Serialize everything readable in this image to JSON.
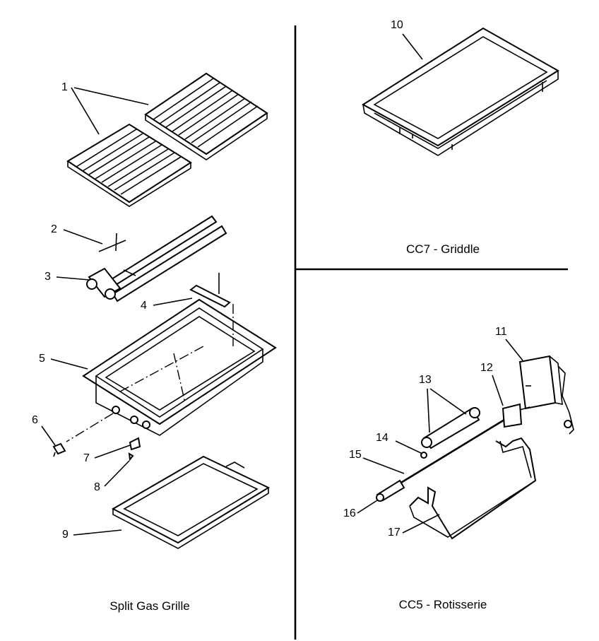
{
  "panels": {
    "grille": {
      "caption": "Split Gas Grille"
    },
    "griddle": {
      "caption": "CC7 - Griddle"
    },
    "rotisserie": {
      "caption": "CC5 - Rotisserie"
    }
  },
  "callouts": [
    "1",
    "2",
    "3",
    "4",
    "5",
    "6",
    "7",
    "8",
    "9",
    "10",
    "11",
    "12",
    "13",
    "14",
    "15",
    "16",
    "17"
  ]
}
